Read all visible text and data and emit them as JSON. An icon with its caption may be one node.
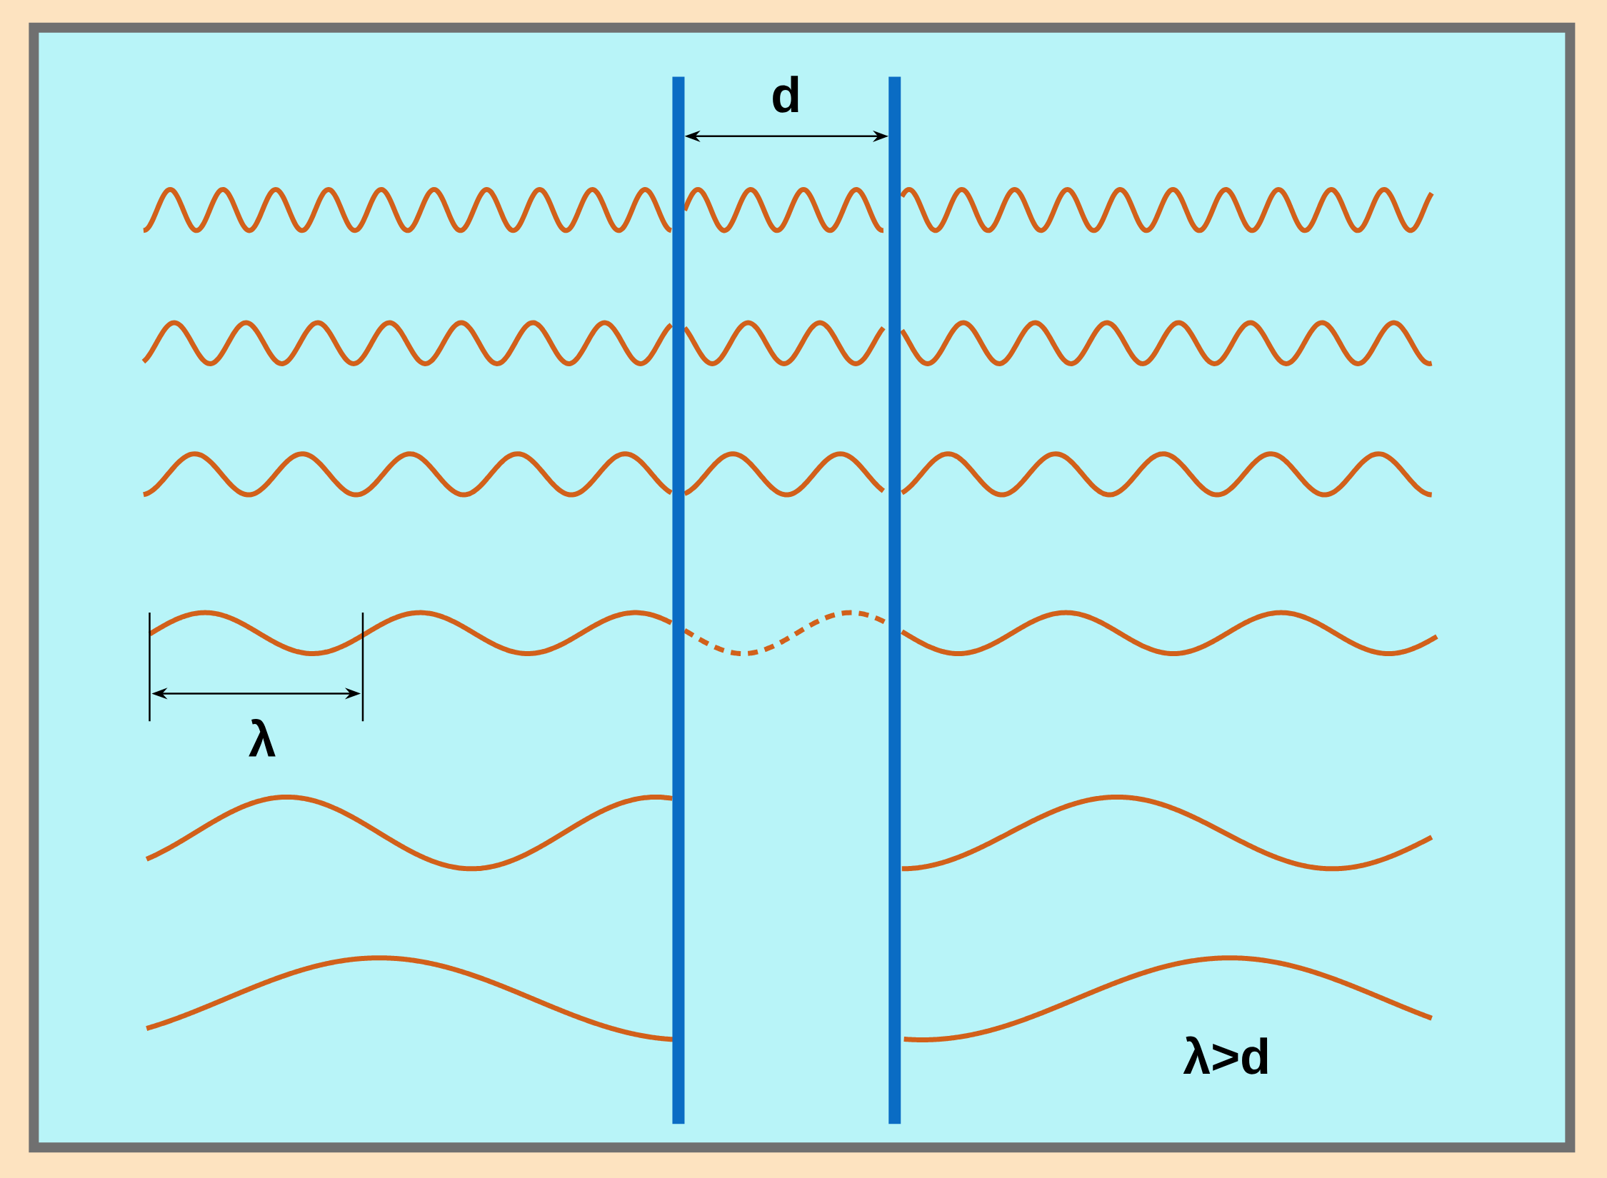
{
  "diagram": {
    "labels": [
      "d",
      "λ",
      "λ>d"
    ]
  }
}
